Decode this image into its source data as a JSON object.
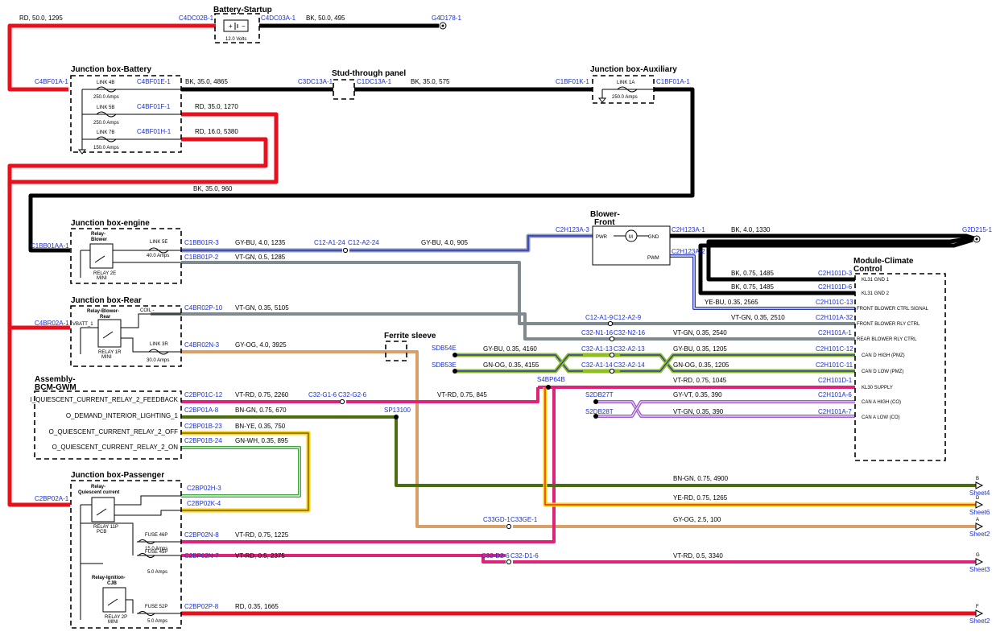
{
  "headers": {
    "battery_startup": "Battery-Startup",
    "jb_battery": "Junction box-Battery",
    "stud_panel": "Stud-through panel",
    "jb_aux": "Junction box-Auxiliary",
    "jb_engine": "Junction box-engine",
    "jb_rear": "Junction box-Rear",
    "ferrite": "Ferrite sleeve",
    "bcm1": "Assembly-",
    "bcm2": "BCM-GWM",
    "jb_pass": "Junction box-Passenger",
    "blower1": "Blower-",
    "blower2": "Front",
    "mcc1": "Module-Climate",
    "mcc2": "Control"
  },
  "battery": {
    "volts": "12.0 Volts"
  },
  "links": [
    {
      "name": "LINK 4B",
      "rating": "250.0 Amps"
    },
    {
      "name": "LINK 5B",
      "rating": "250.0 Amps"
    },
    {
      "name": "LINK 7B",
      "rating": "150.0 Amps"
    },
    {
      "name": "LINK 1A",
      "rating": "250.0 Amps"
    },
    {
      "name": "LINK 5E",
      "rating": "40.0 Amps"
    },
    {
      "name": "LINK 3R",
      "rating": "30.0 Amps"
    }
  ],
  "fuses": [
    {
      "name": "FUSE 46P",
      "rating": "15.0 Amps"
    },
    {
      "name": "FUSE 45P",
      "rating": "5.0 Amps"
    },
    {
      "name": "FUSE 52P",
      "rating": "5.0 Amps"
    }
  ],
  "relays": {
    "blower1": "Relay-",
    "blower2": "Blower",
    "blower_type": "RELAY 2E",
    "blower_sub": "MINI",
    "rear1": "Relay-Blower-",
    "rear2": "Rear",
    "rear_type": "RELAY 1R",
    "rear_sub": "MINI",
    "quiet1": "Relay-",
    "quiet2": "Quiescent current",
    "quiet_type": "RELAY 11P",
    "quiet_sub": "PCB",
    "ign1": "Relay-Ignition-",
    "ign2": "CJB",
    "ign_type": "RELAY 2P",
    "ign_sub": "MINI",
    "vbatt": "VBATT_1",
    "coil": "COIL -"
  },
  "connectors": {
    "c4dc02b": "C4DC02B-1",
    "c4dc03a": "C4DC03A-1",
    "g4d178": "G4D178-1",
    "c4bf01a": "C4BF01A-1",
    "c4bf01e": "C4BF01E-1",
    "c4bf01f": "C4BF01F-1",
    "c4bf01h": "C4BF01H-1",
    "c3dc13a": "C3DC13A-1",
    "c1dc13a": "C1DC13A-1",
    "c1bf01k": "C1BF01K-1",
    "c1bf01a": "C1BF01A-1",
    "c1bb01aa": "C1BB01AA-1",
    "c1bb01r": "C1BB01R-3",
    "c1bb01p": "C1BB01P-2",
    "c12a124": "C12-A1-24",
    "c12a224": "C12-A2-24",
    "c2h123a3": "C2H123A-3",
    "c2h123a1": "C2H123A-1",
    "c2h123a2": "C2H123A-2",
    "g2d215": "G2D215-1",
    "c2h101d3": "C2H101D-3",
    "c2h101d6": "C2H101D-6",
    "c2h101c13": "C2H101C-13",
    "c4br02a": "C4BR02A-1",
    "c4br02p": "C4BR02P-10",
    "c4br02n": "C4BR02N-3",
    "c12a19": "C12-A1-9",
    "c12a29": "C12-A2-9",
    "c2h101a32": "C2H101A-32",
    "c32n116": "C32-N1-16",
    "c32n216": "C32-N2-16",
    "c2h101a1": "C2H101A-1",
    "sdb54e": "SDB54E",
    "sdb53e": "SDB53E",
    "c32a113": "C32-A1-13",
    "c32a213": "C32-A2-13",
    "c32a114": "C32-A1-14",
    "c32a214": "C32-A2-14",
    "c2h101c12": "C2H101C-12",
    "c2h101c11": "C2H101C-11",
    "s4bp64b": "S4BP64B",
    "c2h101d1": "C2H101D-1",
    "s2db27t": "S2DB27T",
    "s2db28t": "S2DB28T",
    "c2h101a6": "C2H101A-6",
    "c2h101a7": "C2H101A-7",
    "c2bp01c12": "C2BP01C-12",
    "c32g16": "C32-G1-6",
    "c32g26": "C32-G2-6",
    "c2bp01a8": "C2BP01A-8",
    "sp13100": "SP13100",
    "c2bp01b23": "C2BP01B-23",
    "c2bp01b24": "C2BP01B-24",
    "c2bp02a": "C2BP02A-1",
    "c2bp02h": "C2BP02H-3",
    "c2bp02k": "C2BP02K-4",
    "c33gd": "C33GD-1",
    "c33ge": "C33GE-1",
    "c2bp02n8": "C2BP02N-8",
    "c2bp02n7": "C2BP02N-7",
    "c32d26": "C32-D2-6",
    "c32d16": "C32-D1-6",
    "c2bp02p8": "C2BP02P-8"
  },
  "wires": {
    "w1": "RD,  50.0,  1295",
    "w2": "BK,  50.0,  495",
    "w3": "BK,  35.0,  4865",
    "w4": "BK,  35.0,  575",
    "w5": "RD,  35.0,  1270",
    "w6": "RD,  16.0,  5380",
    "w7": "BK,  35.0,  960",
    "w8": "GY-BU,  4.0,  1235",
    "w9": "GY-BU,  4.0,  905",
    "w10": "VT-GN,  0.5,  1285",
    "w11": "BK,  4.0,  1330",
    "w12": "BK,  0.75,  1485",
    "w13": "BK,  0.75,  1485",
    "w14": "YE-BU,  0.35,  2565",
    "w15": "VT-GN,  0.35,  5105",
    "w16": "VT-GN,  0.35,  2510",
    "w17": "VT-GN,  0.35,  2540",
    "w18": "GY-OG,  4.0,  3925",
    "w19": "GY-BU,  0.35,  4160",
    "w20": "GY-BU,  0.35,  1205",
    "w21": "GN-OG,  0.35,  4155",
    "w22": "GN-OG,  0.35,  1205",
    "w23": "VT-RD,  0.75,  1045",
    "w24": "GY-VT,  0.35,  390",
    "w25": "VT-GN,  0.35,  390",
    "w26": "VT-RD,  0.75,  2260",
    "w27": "VT-RD,  0.75,  845",
    "w28": "BN-GN,  0.75,  670",
    "w29": "BN-YE,  0.35,  750",
    "w30": "GN-WH,  0.35,  895",
    "w31": "BN-GN,  0.75,  4900",
    "w32": "YE-RD,  0.75,  1265",
    "w33": "GY-OG,  2.5,  100",
    "w34": "VT-RD,  0.75,  1225",
    "w35": "VT-RD,  0.5,  2375",
    "w36": "VT-RD,  0.5,  3340",
    "w37": "RD,  0.35,  1665"
  },
  "bcm_signals": [
    "I_QUIESCENT_CURRENT_RELAY_2_FEEDBACK",
    "O_DEMAND_INTERIOR_LIGHTING_1",
    "O_QUIESCENT_CURRENT_RELAY_2_OFF",
    "O_QUIESCENT_CURRENT_RELAY_2_ON"
  ],
  "mcc_pins": [
    "KL31 GND 1",
    "KL31 GND 2",
    "FRONT BLOWER CTRL SIGNAL",
    "FRONT BLOWER RLY CTRL",
    "REAR BLOWER RLY CTRL",
    "CAN D HIGH (PMZ)",
    "CAN D LOW (PMZ)",
    "KL30 SUPPLY",
    "CAN A HIGH (CO)",
    "CAN A LOW (CO)"
  ],
  "blower_pins": {
    "pwr": "PWR",
    "gnd": "GND",
    "pwm": "PWM",
    "motor": "M"
  },
  "sheets": [
    {
      "letter": "B",
      "sheet": "Sheet4"
    },
    {
      "letter": "D",
      "sheet": "Sheet6"
    },
    {
      "letter": "A",
      "sheet": "Sheet2"
    },
    {
      "letter": "G",
      "sheet": "Sheet3"
    },
    {
      "letter": "F",
      "sheet": "Sheet2"
    }
  ],
  "colors": {
    "red": "#e8101c",
    "black": "#000000",
    "blue": "#2b3bb0",
    "grayblue": "#8a93b8",
    "green": "#8fbf1f",
    "violet": "#a05cd0",
    "orange": "#d9a06a",
    "magenta": "#e0237a",
    "darkgreen": "#4b6e10",
    "yellow": "#f5d20a",
    "gray": "#7e8a8e",
    "connector": "#1a2fd8"
  }
}
